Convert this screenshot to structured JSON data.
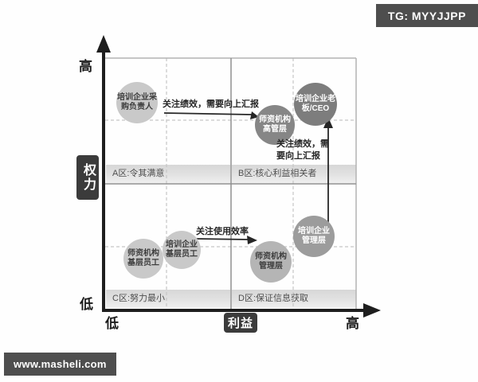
{
  "badges": {
    "telegram": "TG: MYYJJPP",
    "website": "www.masheli.com"
  },
  "axes": {
    "y_label": "权力",
    "y_high": "高",
    "y_low": "低",
    "x_label": "利益",
    "x_low": "低",
    "x_high": "高"
  },
  "zones": [
    {
      "id": "A",
      "label": "A区:令其满意"
    },
    {
      "id": "B",
      "label": "B区:核心利益相关者"
    },
    {
      "id": "C",
      "label": "C区:努力最小"
    },
    {
      "id": "D",
      "label": "D区:保证信息获取"
    }
  ],
  "stakeholders": [
    {
      "label": "培训企业采\n购负责人",
      "power": "高",
      "interest": "低"
    },
    {
      "label": "师资机构\n高管层",
      "power": "高",
      "interest": "高"
    },
    {
      "label": "培训企业老\n板/CEO",
      "power": "高",
      "interest": "高"
    },
    {
      "label": "培训企业\n管理层",
      "power": "低",
      "interest": "高"
    },
    {
      "label": "师资机构\n管理层",
      "power": "低",
      "interest": "高"
    },
    {
      "label": "培训企业\n基层员工",
      "power": "低",
      "interest": "低"
    },
    {
      "label": "师资机构\n基层员工",
      "power": "低",
      "interest": "低"
    }
  ],
  "annotations": [
    {
      "text": "关注绩效，需要向上汇报"
    },
    {
      "text": "关注绩效，需\n要向上汇报"
    },
    {
      "text": "关注使用效率"
    }
  ]
}
